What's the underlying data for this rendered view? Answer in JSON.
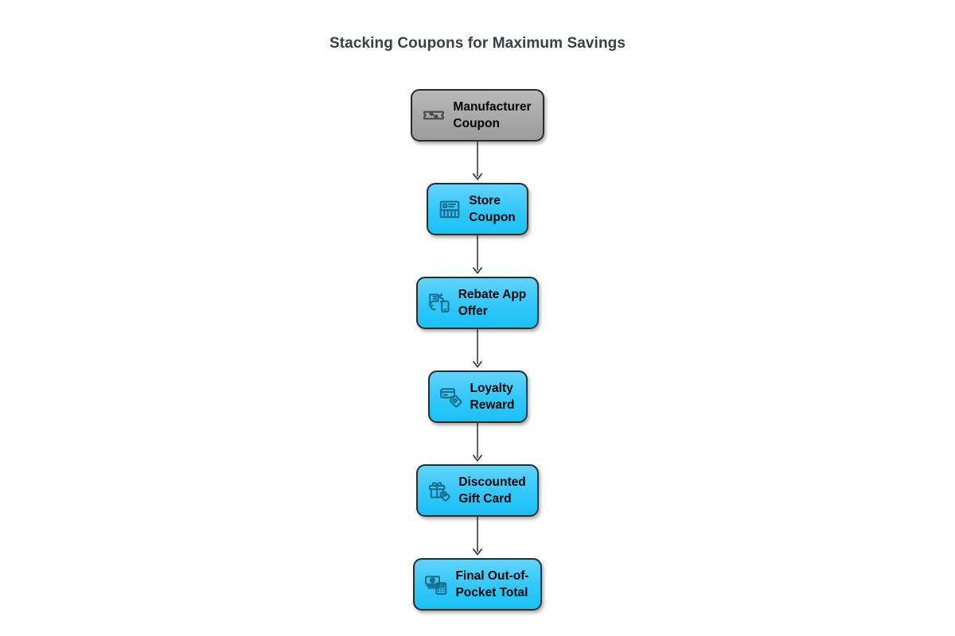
{
  "title": "Stacking Coupons for Maximum Savings",
  "background_color": "#ffffff",
  "title_color": "#3b4043",
  "colors": {
    "accent_top": "#62d3fb",
    "accent_bottom": "#19c1f7",
    "muted_top": "#b9b9b9",
    "muted_bottom": "#9d9d9d",
    "border": "#2b2b2b",
    "connector": "#3b3b3b",
    "icon_stroke_accent": "#1a6e8e",
    "icon_stroke_muted": "#4a4a4a",
    "label": "#000000"
  },
  "chart_data": {
    "type": "diagram",
    "layout": "vertical-flow",
    "title": "Stacking Coupons for Maximum Savings",
    "nodes": [
      {
        "id": "manufacturer-coupon",
        "label": "Manufacturer\nCoupon",
        "style": "muted",
        "icon": "coupon-percent-icon"
      },
      {
        "id": "store-coupon",
        "label": "Store\nCoupon",
        "style": "accent",
        "icon": "storefront-icon"
      },
      {
        "id": "rebate-app-offer",
        "label": "Rebate App\nOffer",
        "style": "accent",
        "icon": "cashback-phone-icon"
      },
      {
        "id": "loyalty-reward",
        "label": "Loyalty\nReward",
        "style": "accent",
        "icon": "card-heart-tag-icon"
      },
      {
        "id": "discounted-gift-card",
        "label": "Discounted\nGift Card",
        "style": "accent",
        "icon": "gift-tag-icon"
      },
      {
        "id": "final-total",
        "label": "Final Out-of-\nPocket Total",
        "style": "accent",
        "icon": "cash-calculator-icon"
      }
    ],
    "edges": [
      {
        "from": "manufacturer-coupon",
        "to": "store-coupon",
        "arrow": "down"
      },
      {
        "from": "store-coupon",
        "to": "rebate-app-offer",
        "arrow": "down"
      },
      {
        "from": "rebate-app-offer",
        "to": "loyalty-reward",
        "arrow": "down"
      },
      {
        "from": "loyalty-reward",
        "to": "discounted-gift-card",
        "arrow": "down"
      },
      {
        "from": "discounted-gift-card",
        "to": "final-total",
        "arrow": "down"
      }
    ]
  }
}
